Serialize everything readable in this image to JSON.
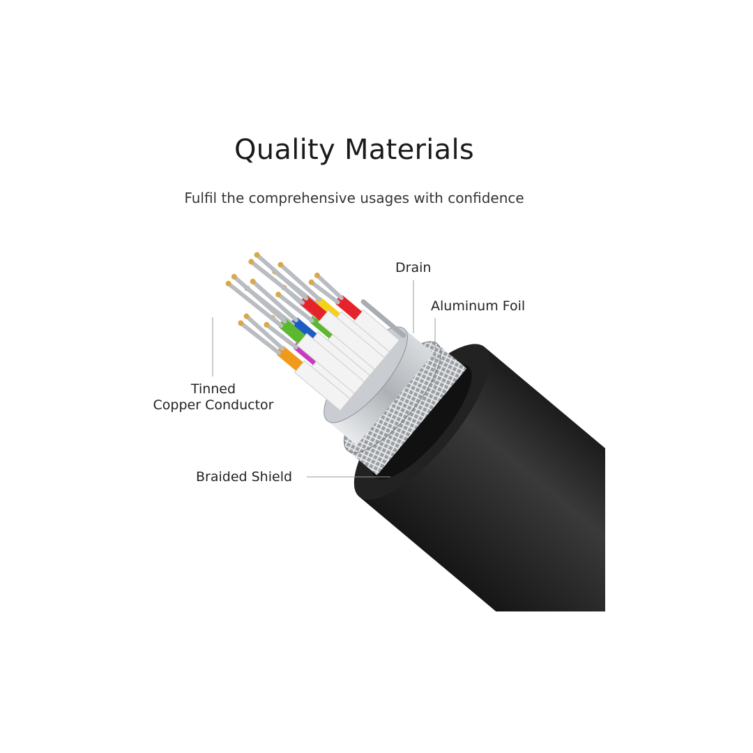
{
  "header": {
    "title": "Quality Materials",
    "subtitle": "Fulfil the comprehensive usages with confidence"
  },
  "labels": {
    "drain": "Drain",
    "aluminum_foil": "Aluminum Foil",
    "tinned_line1": "Tinned",
    "tinned_line2": "Copper Conductor",
    "braided_shield": "Braided Shield"
  },
  "colors": {
    "jacket": "#2a2a2a",
    "wire_colors": [
      "#e5232b",
      "#f4d21c",
      "#5cb82e",
      "#1f5bc4",
      "#c63bc0",
      "#f09a1a",
      "#e5232b",
      "#5cb82e"
    ],
    "tip": "#d9a84a"
  }
}
